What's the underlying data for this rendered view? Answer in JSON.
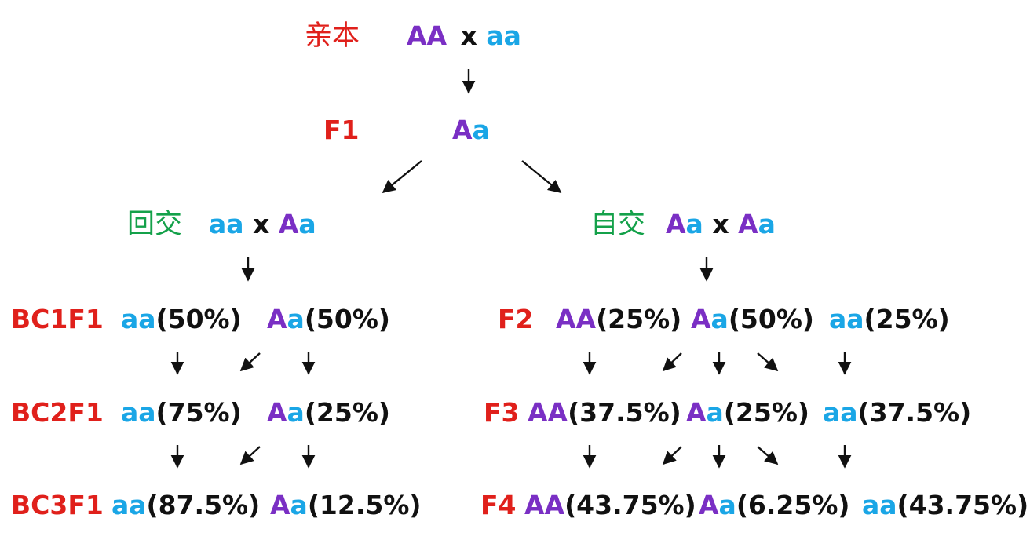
{
  "colors": {
    "dominant": "#7a2fc4",
    "recessive": "#1aa6e6",
    "generation": "#e0201b",
    "cross": "#14a14a",
    "text": "#111111"
  },
  "parents": {
    "label": "亲本",
    "g1": "AA",
    "x": "x",
    "g2": "aa"
  },
  "f1": {
    "label": "F1",
    "d": "A",
    "r": "a"
  },
  "backcross": {
    "label": "回交",
    "c1": "aa",
    "x": "x",
    "c2d": "A",
    "c2r": "a",
    "rows": [
      {
        "label": "BC1F1",
        "aa": "aa",
        "aa_pct": "(50%)",
        "d": "A",
        "r": "a",
        "Aa_pct": "(50%)"
      },
      {
        "label": "BC2F1",
        "aa": "aa",
        "aa_pct": "(75%)",
        "d": "A",
        "r": "a",
        "Aa_pct": "(25%)"
      },
      {
        "label": "BC3F1",
        "aa": "aa",
        "aa_pct": "(87.5%)",
        "d": "A",
        "r": "a",
        "Aa_pct": "(12.5%)"
      }
    ]
  },
  "selfing": {
    "label": "自交",
    "c1d": "A",
    "c1r": "a",
    "x": "x",
    "c2d": "A",
    "c2r": "a",
    "rows": [
      {
        "label": "F2",
        "AA": "AA",
        "AA_pct": "(25%)",
        "d": "A",
        "r": "a",
        "Aa_pct": "(50%)",
        "aa": "aa",
        "aa_pct": "(25%)"
      },
      {
        "label": "F3",
        "AA": "AA",
        "AA_pct": "(37.5%)",
        "d": "A",
        "r": "a",
        "Aa_pct": "(25%)",
        "aa": "aa",
        "aa_pct": "(37.5%)"
      },
      {
        "label": "F4",
        "AA": "AA",
        "AA_pct": "(43.75%)",
        "d": "A",
        "r": "a",
        "Aa_pct": "(6.25%)",
        "aa": "aa",
        "aa_pct": "(43.75%)"
      }
    ]
  }
}
